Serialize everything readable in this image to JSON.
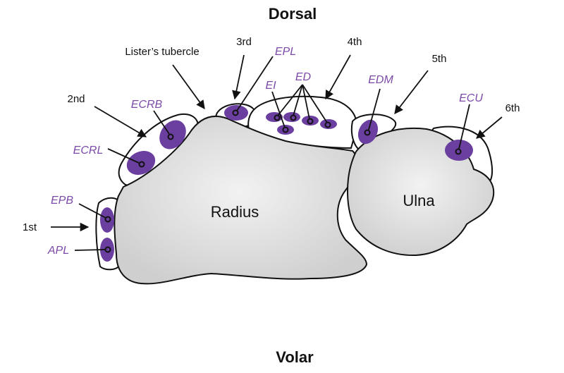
{
  "orientation": {
    "top": "Dorsal",
    "bottom": "Volar"
  },
  "bones": {
    "radius": "Radius",
    "ulna": "Ulna"
  },
  "landmark": "Lister’s tubercle",
  "compartments": {
    "first": "1st",
    "second": "2nd",
    "third": "3rd",
    "fourth": "4th",
    "fifth": "5th",
    "sixth": "6th"
  },
  "tendons": {
    "epb": "EPB",
    "apl": "APL",
    "ecrb": "ECRB",
    "ecrl": "ECRL",
    "epl": "EPL",
    "ei": "EI",
    "ed": "ED",
    "edm": "EDM",
    "ecu": "ECU"
  },
  "colors": {
    "tendon_fill": "#6b3fa0",
    "tendon_label": "#7b4aa8",
    "bone_fill": "#d4d4d4",
    "outline": "#111111"
  }
}
